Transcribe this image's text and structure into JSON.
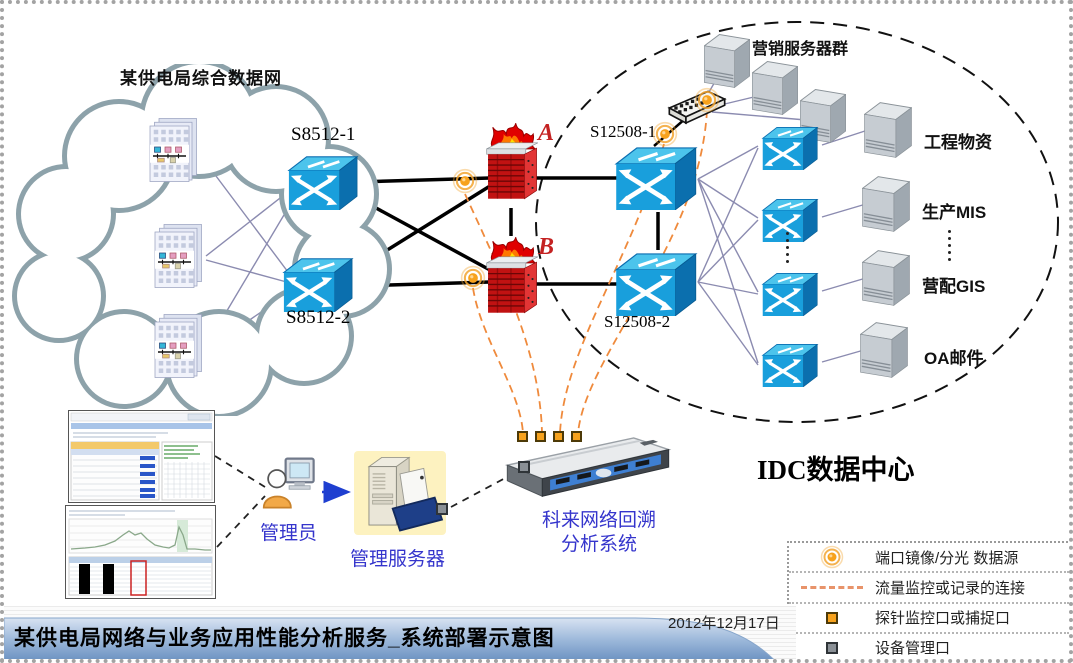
{
  "cloud": {
    "label": "某供电局综合数据网"
  },
  "switches": {
    "s8512_1": "S8512-1",
    "s8512_2": "S8512-2",
    "s12508_1": "S12508-1",
    "s12508_2": "S12508-2"
  },
  "firewalls": {
    "a": "A",
    "b": "B"
  },
  "idc": {
    "label": "IDC数据中心",
    "marketing_group_label": "营销服务器群",
    "server_labels": [
      "工程物资",
      "生产MIS",
      "营配GIS",
      "OA邮件"
    ]
  },
  "management": {
    "admin_label": "管理员",
    "server_label": "管理服务器"
  },
  "capture": {
    "label_line1": "科来网络回溯",
    "label_line2": "分析系统"
  },
  "legend": {
    "items": [
      "端口镜像/分光 数据源",
      "流量监控或记录的连接",
      "探针监控口或捕捉口",
      "设备管理口"
    ]
  },
  "footer": {
    "title": "某供电局网络与业务应用性能分析服务_系统部署示意图",
    "date": "2012年12月17日"
  },
  "colors": {
    "switch_blue": "#199fdc",
    "firewall_red": "#c11212",
    "accent_orange": "#f7a21d",
    "label_blue": "#3535cc",
    "line_purple": "#8b8bb0",
    "ribbon_blue": "#5d86ba"
  }
}
